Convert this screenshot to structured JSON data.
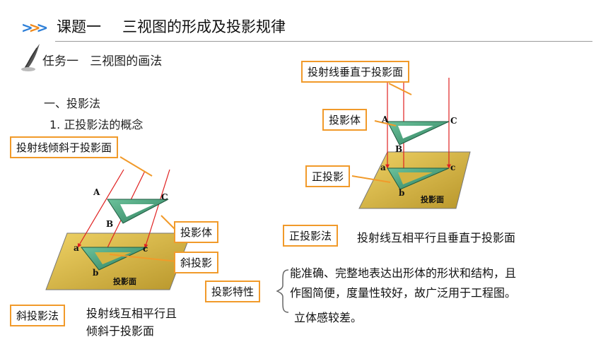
{
  "header": {
    "title_a": "课题一",
    "title_b": "三视图的形成及投影规律"
  },
  "task": {
    "label": "任务一",
    "name": "三视图的画法"
  },
  "section": "一、投影法",
  "subsection": "1. 正投影法的概念",
  "left_fig": {
    "callout_top": "投射线倾斜于投影面",
    "callout_body": "投影体",
    "callout_proj": "斜投影",
    "plane_label": "投影面",
    "pts": {
      "A": "A",
      "B": "B",
      "C": "C",
      "a": "a",
      "b": "b",
      "c": "c"
    }
  },
  "right_fig": {
    "callout_top": "投射线垂直于投影面",
    "callout_body": "投影体",
    "callout_proj": "正投影",
    "plane_label": "投影面",
    "pts": {
      "A": "A",
      "B": "B",
      "C": "C",
      "a": "a",
      "b": "b",
      "c": "c"
    }
  },
  "def_ortho": {
    "term": "正投影法",
    "text": "投射线互相平行且垂直于投影面"
  },
  "def_oblique": {
    "term": "斜投影法",
    "line1": "投射线互相平行且",
    "line2": "倾斜于投影面"
  },
  "props": {
    "label": "投影特性",
    "line1": "能准确、完整地表达出形体的形状和结构，且",
    "line2": "作图简便，度量性较好，故广泛用于工程图。",
    "line3": "立体感较差。"
  },
  "colors": {
    "accent": "#f19a2a",
    "chevron_blue": "#2f80d8",
    "chevron_orange": "#f08a1c",
    "triangle": "#3c9a74",
    "plane": "#d8b846",
    "ray": "#e02020"
  },
  "icons": {
    "header": "chevron-right-icon",
    "task": "quill-icon"
  }
}
